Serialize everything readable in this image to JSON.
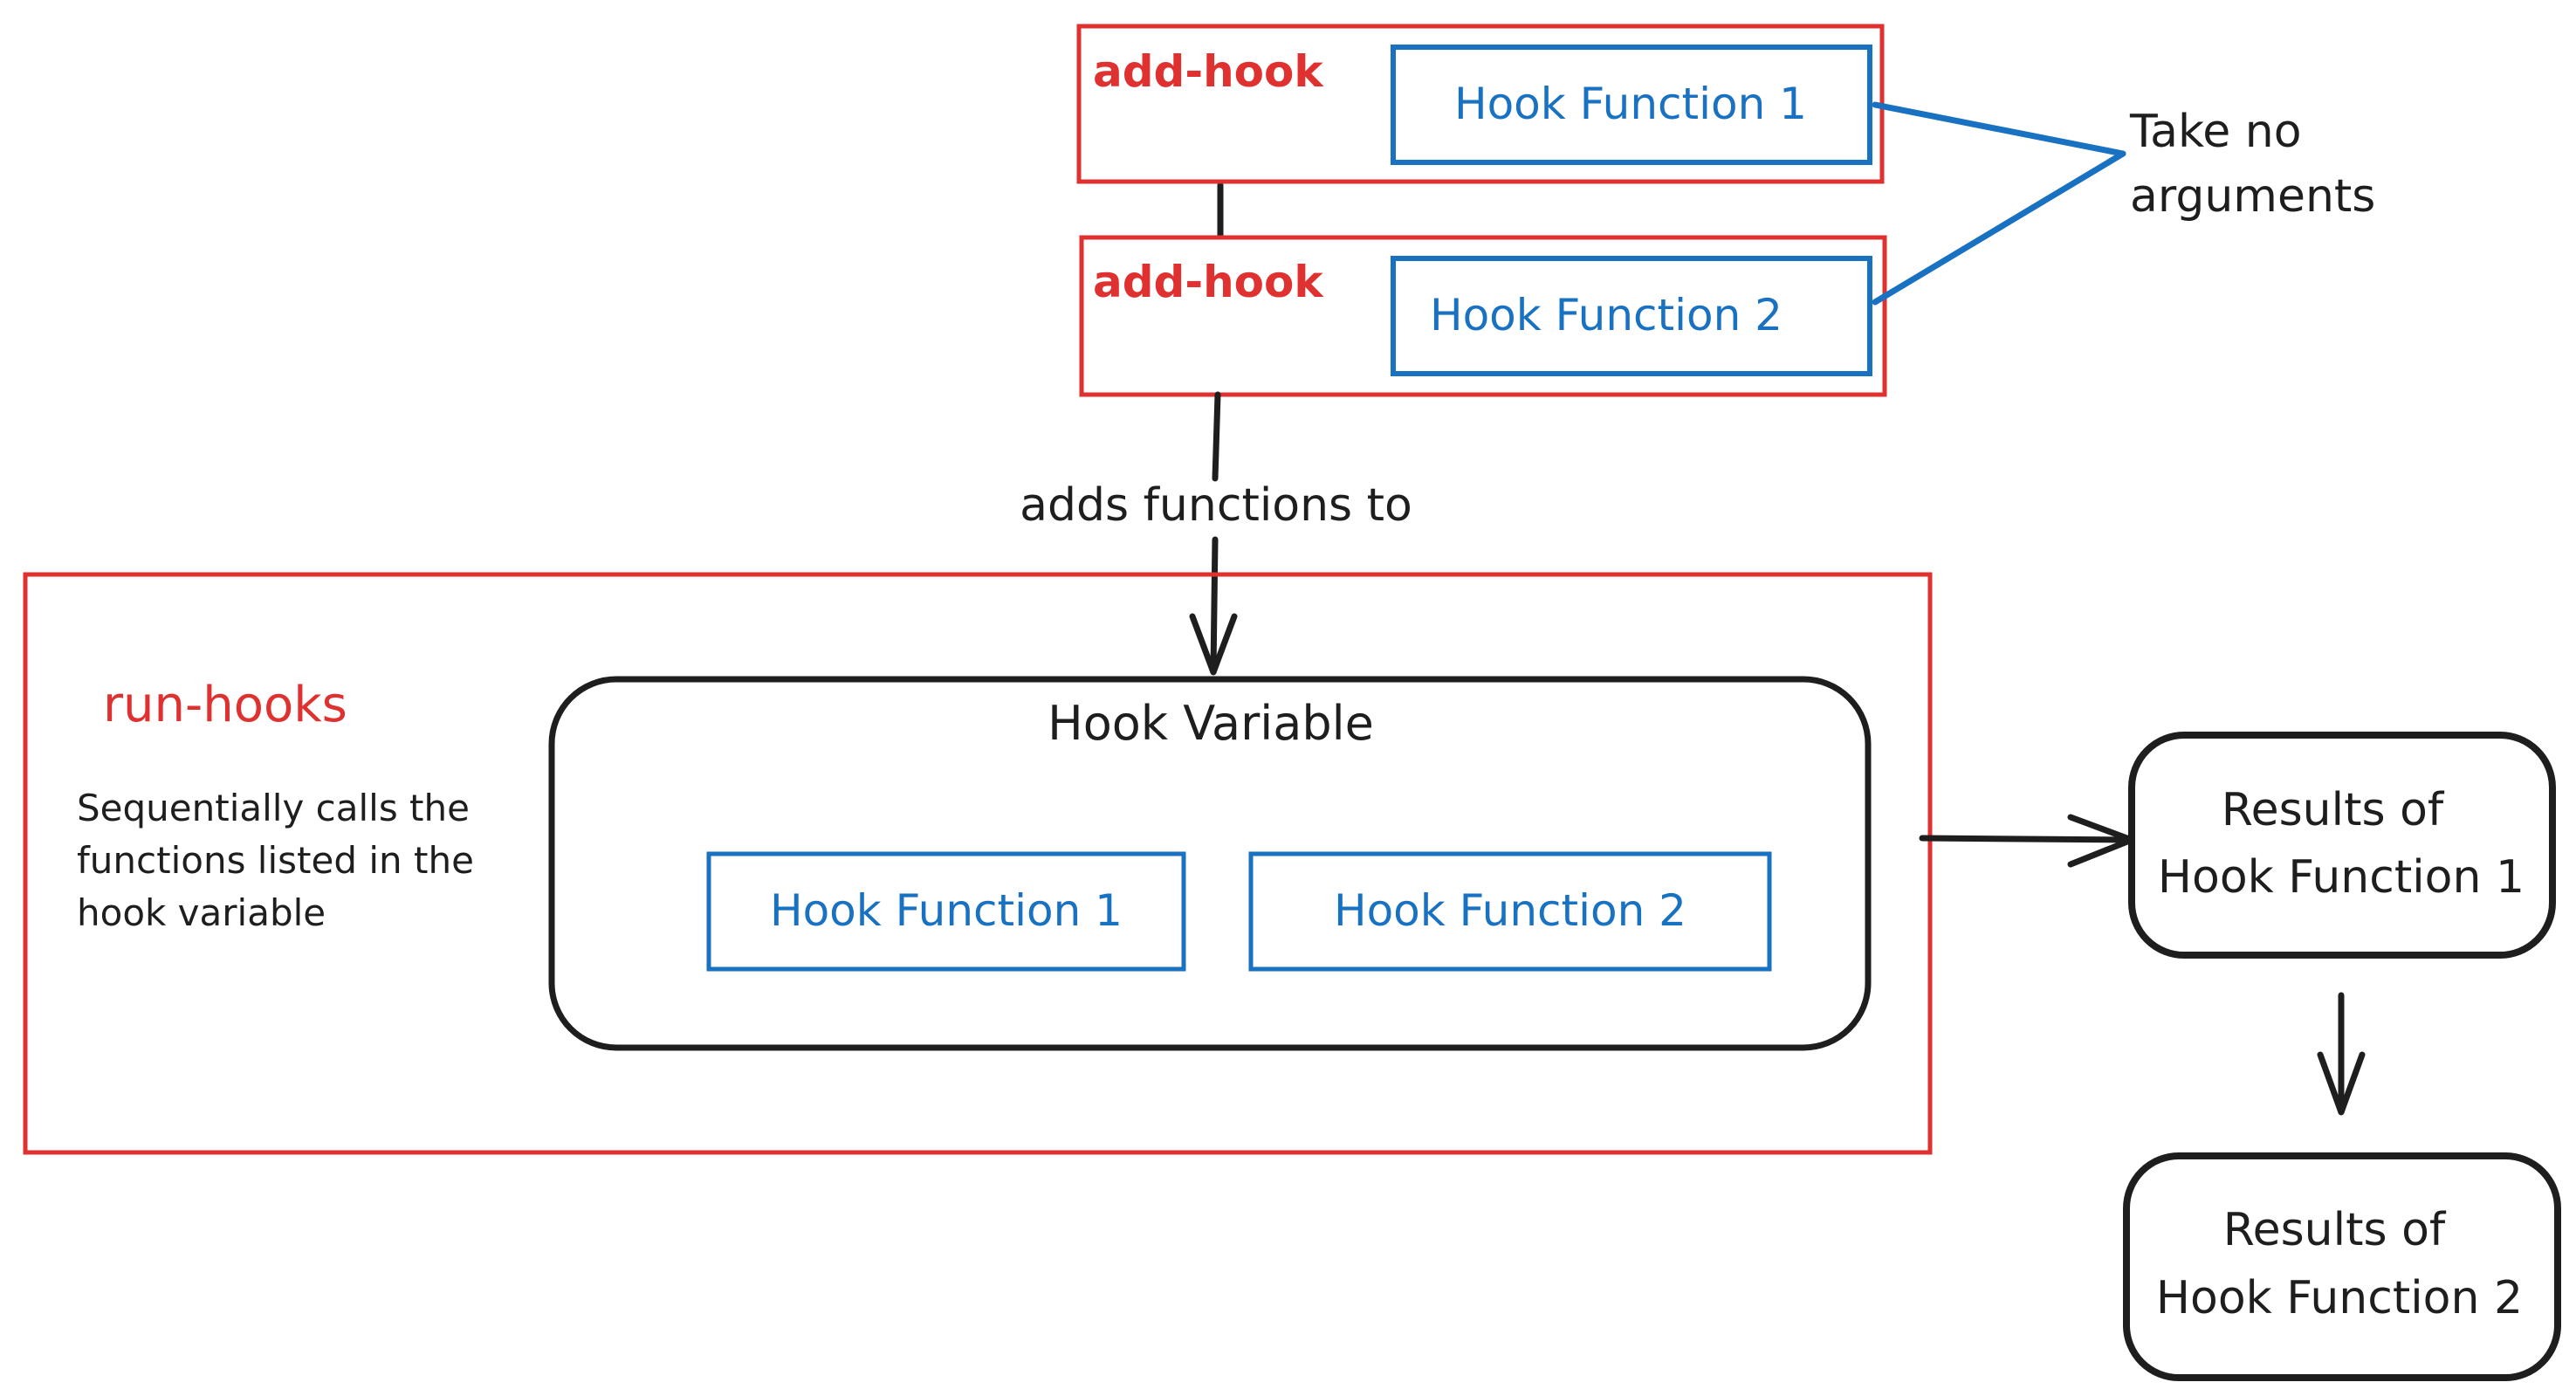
{
  "colors": {
    "red": "#e03131",
    "blue": "#1971c2",
    "dark": "#1e1e1e",
    "background": "#ffffff"
  },
  "add_hook_1": {
    "label": "add-hook",
    "function_label": "Hook Function 1"
  },
  "add_hook_2": {
    "label": "add-hook",
    "function_label": "Hook Function 2"
  },
  "annotation": {
    "line1": "Take no",
    "line2": "arguments"
  },
  "connector_label": "adds functions to",
  "run_hooks": {
    "label": "run-hooks",
    "description_line1": "Sequentially calls the",
    "description_line2": "functions listed in the",
    "description_line3": "hook variable"
  },
  "hook_variable": {
    "title": "Hook Variable",
    "function_1": "Hook Function 1",
    "function_2": "Hook Function 2"
  },
  "result_1": {
    "line1": "Results of",
    "line2": "Hook Function 1"
  },
  "result_2": {
    "line1": "Results of",
    "line2": "Hook Function 2"
  }
}
